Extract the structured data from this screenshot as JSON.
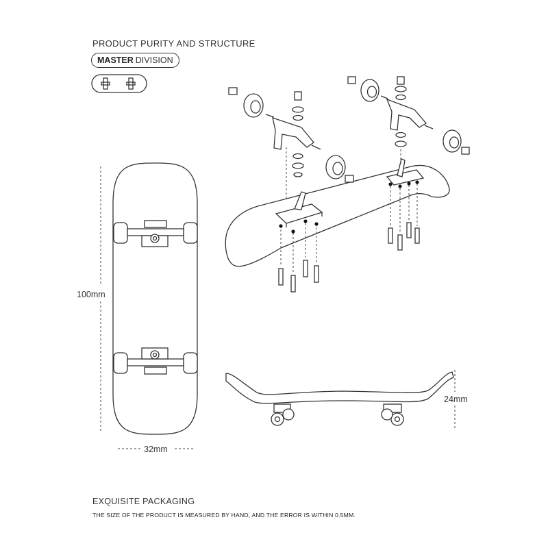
{
  "header": {
    "title": "PRODUCT PURITY AND STRUCTURE",
    "badge_bold": "MASTER",
    "badge_light": "DIVISION"
  },
  "dimensions": {
    "length": "100mm",
    "width": "32mm",
    "height": "24mm"
  },
  "footer": {
    "packaging_title": "EXQUISITE PACKAGING",
    "note": "THE SIZE OF THE PRODUCT IS MEASURED BY HAND, AND THE ERROR IS WITHIN 0.5MM."
  }
}
